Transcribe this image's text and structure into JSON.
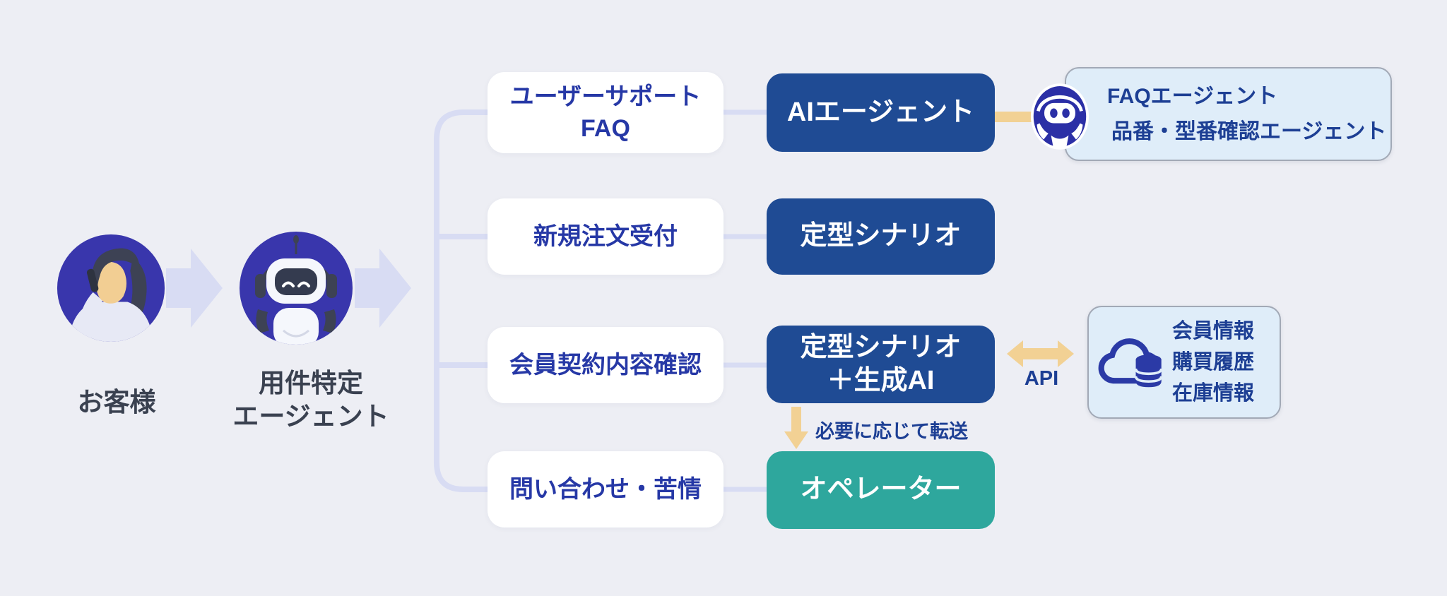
{
  "diagram": {
    "title_none_visible": "",
    "background": "#EDEEF4"
  },
  "actors": {
    "customer": {
      "label": "お客様"
    },
    "routing_agent": {
      "label": "用件特定\nエージェント"
    }
  },
  "rows": [
    {
      "category": "ユーザーサポート\nFAQ",
      "handler": "AIエージェント",
      "handler_type": "ai-agent"
    },
    {
      "category": "新規注文受付",
      "handler": "定型シナリオ",
      "handler_type": "fixed-scenario"
    },
    {
      "category": "会員契約内容確認",
      "handler": "定型シナリオ\n＋生成AI",
      "handler_type": "fixed-scenario-genai"
    },
    {
      "category": "問い合わせ・苦情",
      "handler": "オペレーター",
      "handler_type": "operator"
    }
  ],
  "annotations": {
    "faq_agents": {
      "lines": [
        "FAQエージェント",
        "品番・型番確認エージェント"
      ]
    },
    "data_sources": {
      "lines": [
        "会員情報",
        "購買履歴",
        "在庫情報"
      ]
    },
    "api_label": "API",
    "transfer_label": "必要に応じて転送"
  },
  "icons": {
    "customer_avatar": "woman-on-phone-icon",
    "routing_agent_avatar": "robot-headset-icon",
    "faq_badge": "robot-head-badge-icon",
    "data_source": "cloud-database-icon",
    "flow_arrows": "right-arrow-icon",
    "api_arrow": "double-headed-arrow-icon",
    "transfer_arrow": "down-arrow-icon"
  },
  "colors": {
    "background": "#EDEEF4",
    "handler_blue": "#1F4B94",
    "operator_teal": "#2EA79D",
    "avatar_indigo": "#3936AC",
    "connector_lavender": "#D8DCF3",
    "accent_yellow": "#F2D194",
    "category_text": "#2638A6",
    "annotation_text": "#1D3F94",
    "actor_label_text": "#3A4150",
    "annotation_fill": "#DFEDF9",
    "annotation_border": "#A2A9B6",
    "box_white": "#FFFFFF"
  }
}
